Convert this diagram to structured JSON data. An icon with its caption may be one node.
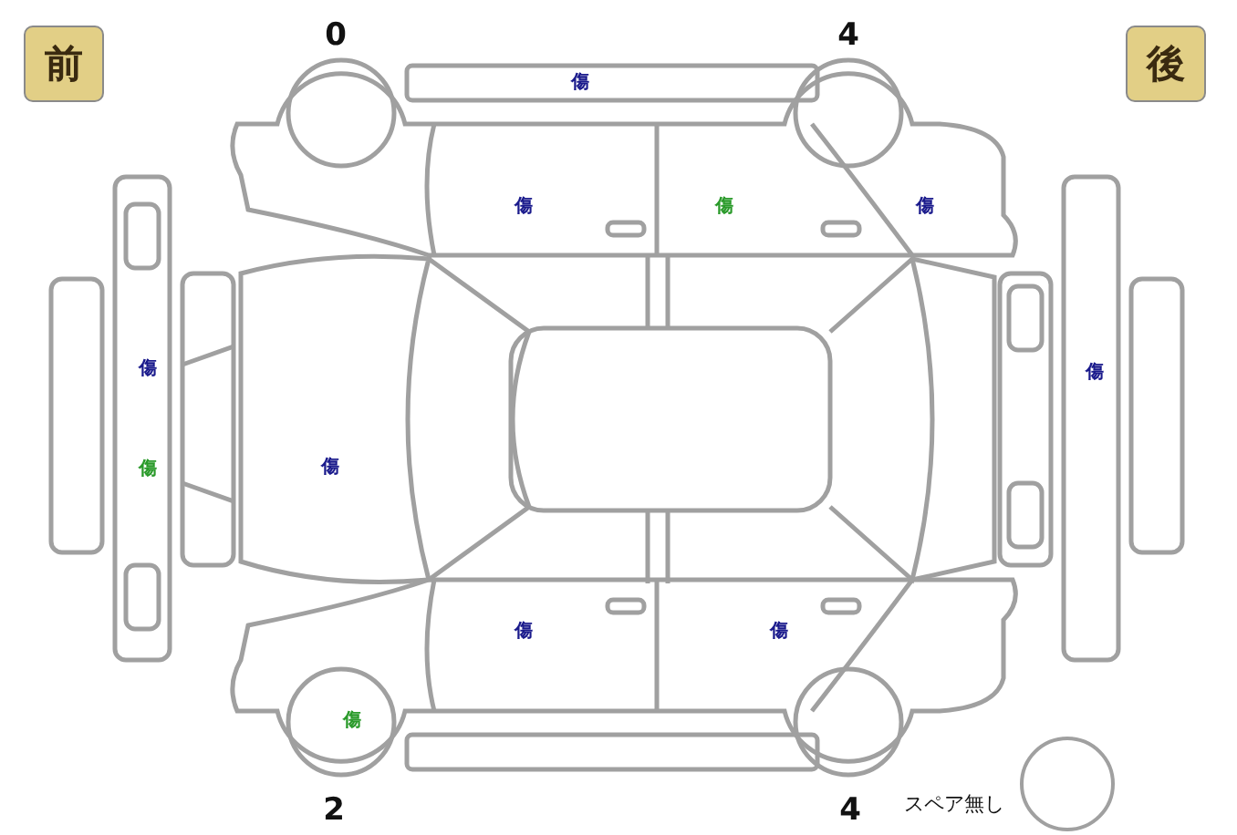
{
  "diagram": {
    "nodes": [
      {
        "text": [
          "前"
        ]
      },
      {
        "text": [
          "後"
        ]
      }
    ],
    "labels": [
      "0",
      "4",
      "傷",
      "傷",
      "傷",
      "傷",
      "傷",
      "傷",
      "傷",
      "傷",
      "傷",
      "傷",
      "傷",
      "2",
      "4",
      "スペア無し"
    ]
  }
}
